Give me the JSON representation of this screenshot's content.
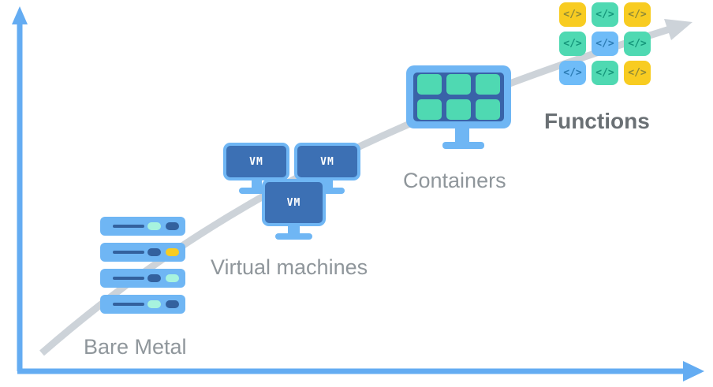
{
  "labels": {
    "bare_metal": "Bare Metal",
    "virtual_machines": "Virtual machines",
    "containers": "Containers",
    "functions": "Functions"
  },
  "vm_label": "VM",
  "code_glyph": "</>",
  "functions_grid": {
    "tiles": [
      "yellow",
      "teal",
      "yellow",
      "teal",
      "blue",
      "teal",
      "blue",
      "teal",
      "yellow"
    ]
  },
  "server_rows": [
    [
      "mint",
      "navy"
    ],
    [
      "navy",
      "yellow"
    ],
    [
      "navy",
      "mint"
    ],
    [
      "mint",
      "navy"
    ]
  ],
  "colors": {
    "axis_blue": "#64ACF2",
    "trend_gray": "#CDD3D9",
    "light_blue": "#6FB6F4",
    "screen_blue": "#3C70B4",
    "screen_navy": "#3963A8",
    "navy": "#33619E",
    "teal": "#4FD9B2",
    "mint": "#A7F3DE",
    "yellow": "#F8CC21",
    "tile_blue": "#6FBCF8",
    "glyph_on_yellow": "#8E8937",
    "glyph_on_teal": "#15967A",
    "glyph_on_blue": "#2C7CB4",
    "label_gray": "#8F969B",
    "label_dark": "#6A7074"
  }
}
